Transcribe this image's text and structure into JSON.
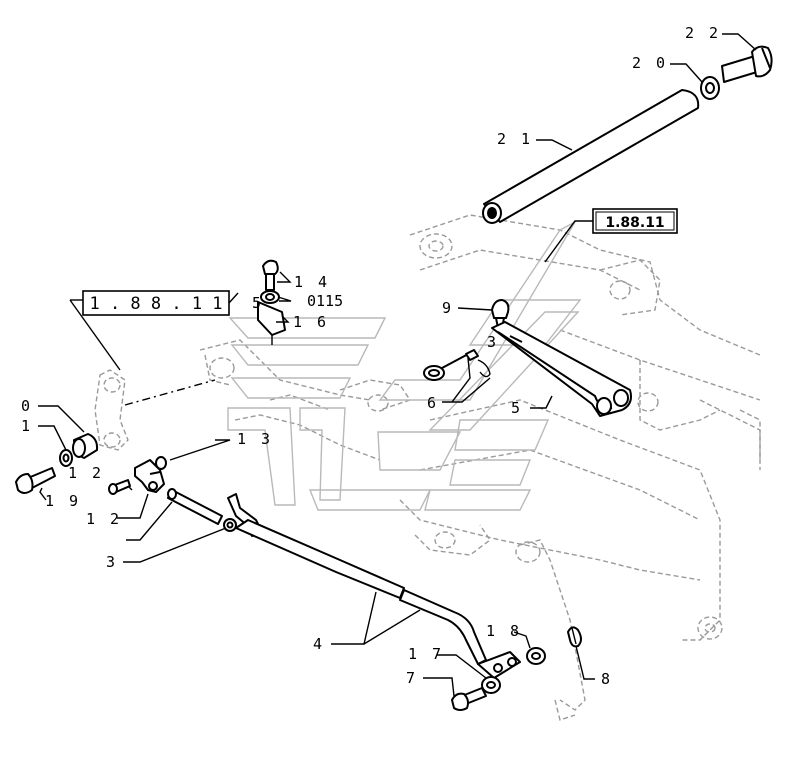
{
  "diagram": {
    "ref_boxes": [
      "1 . 8 8 . 1 1",
      "1.88.11"
    ],
    "callouts": {
      "c22": "2 2",
      "c20": "2 0",
      "c21": "2 1",
      "c14": "1 4",
      "c15": "0115",
      "c5a": "5",
      "c16": "1 6",
      "c9": "9",
      "c3a": "3",
      "c6": "6",
      "c5b": "5",
      "c10": "0",
      "c11": "1",
      "c13": "1 3",
      "c12a": "1 2",
      "c12b": "1 2",
      "c19": "1 9",
      "c3b": "3",
      "c4": "4",
      "c18": "1 8",
      "c17": "1 7",
      "c7": "7",
      "c8": "8"
    }
  }
}
